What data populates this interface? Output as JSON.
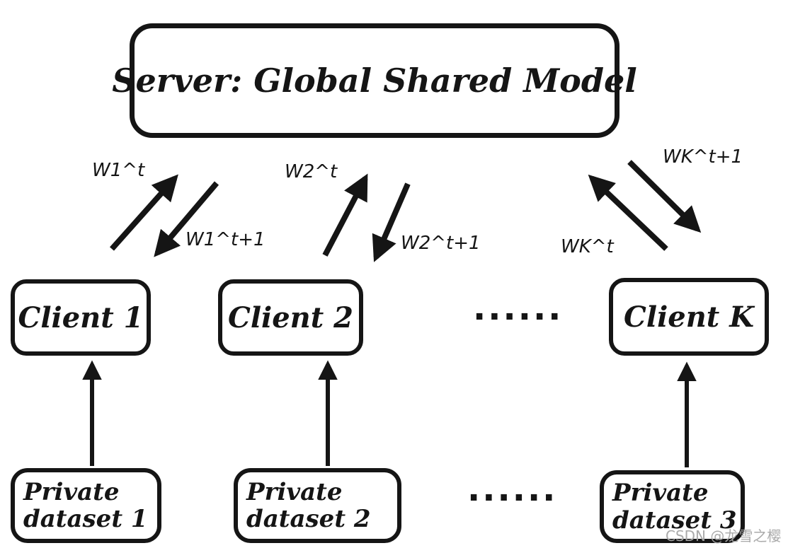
{
  "diagram": {
    "title_semantic": "Federated learning architecture diagram",
    "server": {
      "label": "Server: Global Shared Model"
    },
    "clients": [
      {
        "label": "Client 1"
      },
      {
        "label": "Client 2"
      },
      {
        "label": "Client K"
      }
    ],
    "client_ellipsis": "......",
    "datasets": [
      {
        "line1": "Private",
        "line2": "dataset 1"
      },
      {
        "line1": "Private",
        "line2": "dataset 2"
      },
      {
        "line1": "Private",
        "line2": "dataset 3"
      }
    ],
    "dataset_ellipsis": "......",
    "weight_labels": {
      "client1_upload": "W1^t",
      "client1_download": "W1^t+1",
      "client2_upload": "W2^t",
      "client2_download": "W2^t+1",
      "clientK_upload": "WK^t",
      "clientK_download": "WK^t+1"
    },
    "watermark": "CSDN @龙雪之樱",
    "colors": {
      "ink": "#151515",
      "background": "#ffffff",
      "watermark": "#a5a5a5"
    }
  }
}
